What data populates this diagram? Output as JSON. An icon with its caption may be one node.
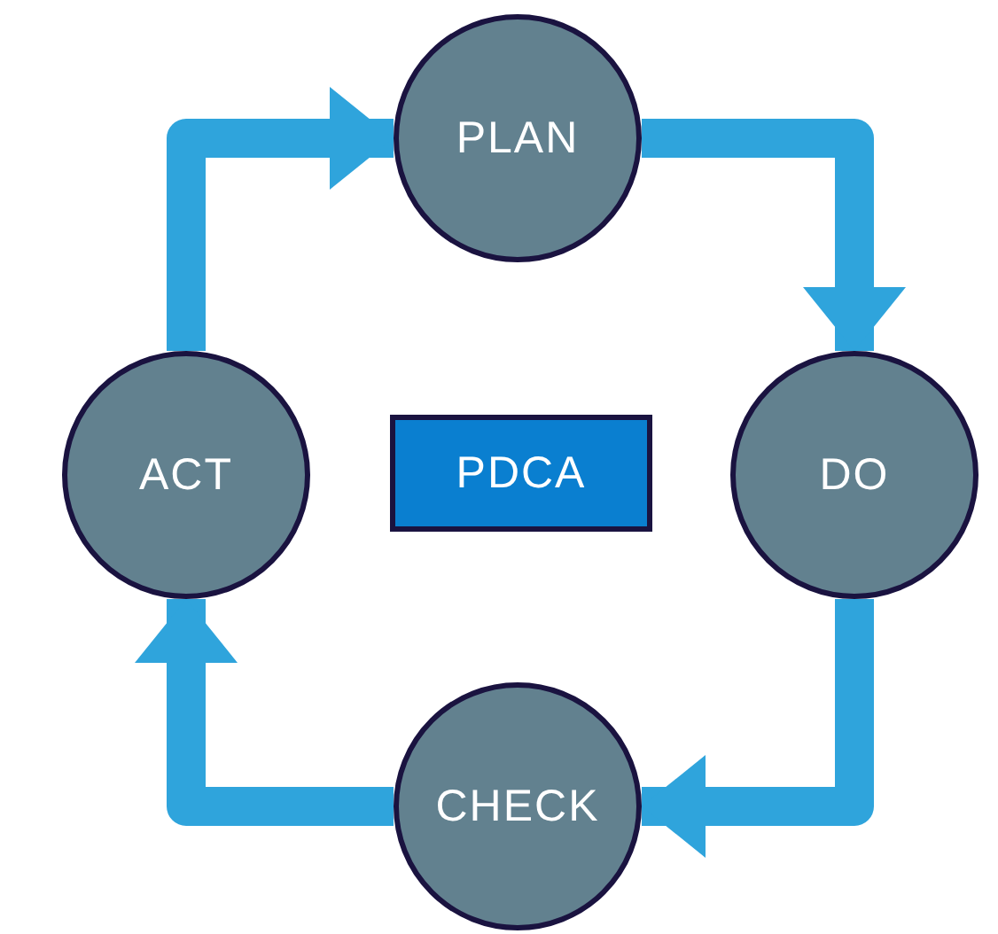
{
  "diagram": {
    "nodes": [
      {
        "text": [
          "PLAN"
        ]
      },
      {
        "text": [
          "ACT"
        ]
      },
      {
        "text": [
          "PDCA"
        ]
      },
      {
        "text": [
          "DO"
        ]
      },
      {
        "text": [
          "CHECK"
        ]
      }
    ],
    "edges": [
      {
        "from": 0,
        "to": 3,
        "arrow": "to"
      },
      {
        "from": 3,
        "to": 4,
        "arrow": "to"
      },
      {
        "from": 4,
        "to": 1,
        "arrow": "to"
      },
      {
        "from": 1,
        "to": 0,
        "arrow": "to"
      }
    ]
  }
}
